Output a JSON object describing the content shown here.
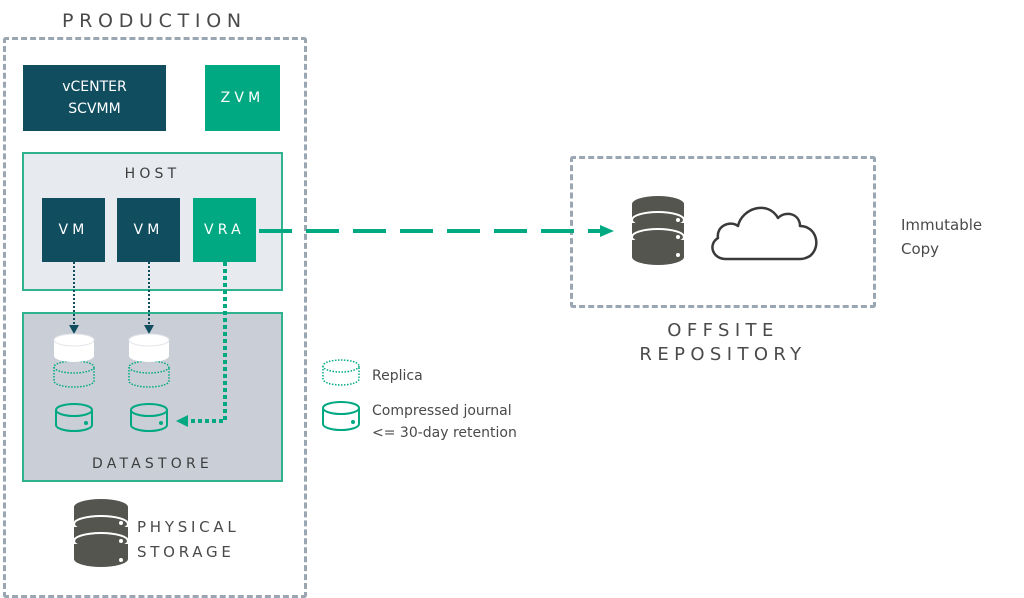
{
  "production": {
    "title": "PRODUCTION",
    "vcenter_line1": "vCENTER",
    "vcenter_line2": "SCVMM",
    "zvm": "ZVM",
    "host": {
      "label": "HOST",
      "vm1": "VM",
      "vm2": "VM",
      "vra": "VRA"
    },
    "datastore": {
      "label": "DATASTORE"
    },
    "physical_line1": "PHYSICAL",
    "physical_line2": "STORAGE"
  },
  "legend": {
    "replica": "Replica",
    "journal_line1": "Compressed journal",
    "journal_line2": "<= 30-day retention"
  },
  "offsite": {
    "line1": "OFFSITE",
    "line2": "REPOSITORY",
    "note_line1": "Immutable",
    "note_line2": "Copy"
  },
  "colors": {
    "dark_teal": "#0f4d5f",
    "hpe_green": "#01a982",
    "dashed_border": "#9aa7b2",
    "storage_gray": "#555550"
  }
}
